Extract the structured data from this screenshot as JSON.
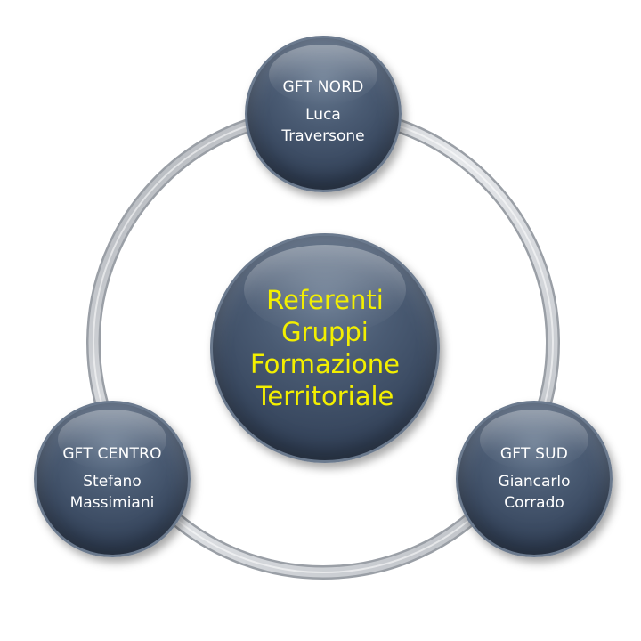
{
  "diagram": {
    "center": {
      "title": "Referenti\nGruppi\nFormazione\nTerritoriale"
    },
    "nodes": {
      "north": {
        "label": "GFT NORD",
        "person": "Luca\nTraversone"
      },
      "centro": {
        "label": "GFT CENTRO",
        "person": "Stefano\nMassimiani"
      },
      "sud": {
        "label": "GFT SUD",
        "person": "Giancarlo\nCorrado"
      }
    }
  },
  "colors": {
    "node_fill": "#3e4d63",
    "center_text": "#f3ef00",
    "node_text": "#ffffff",
    "ring": "#c9ccd1"
  }
}
